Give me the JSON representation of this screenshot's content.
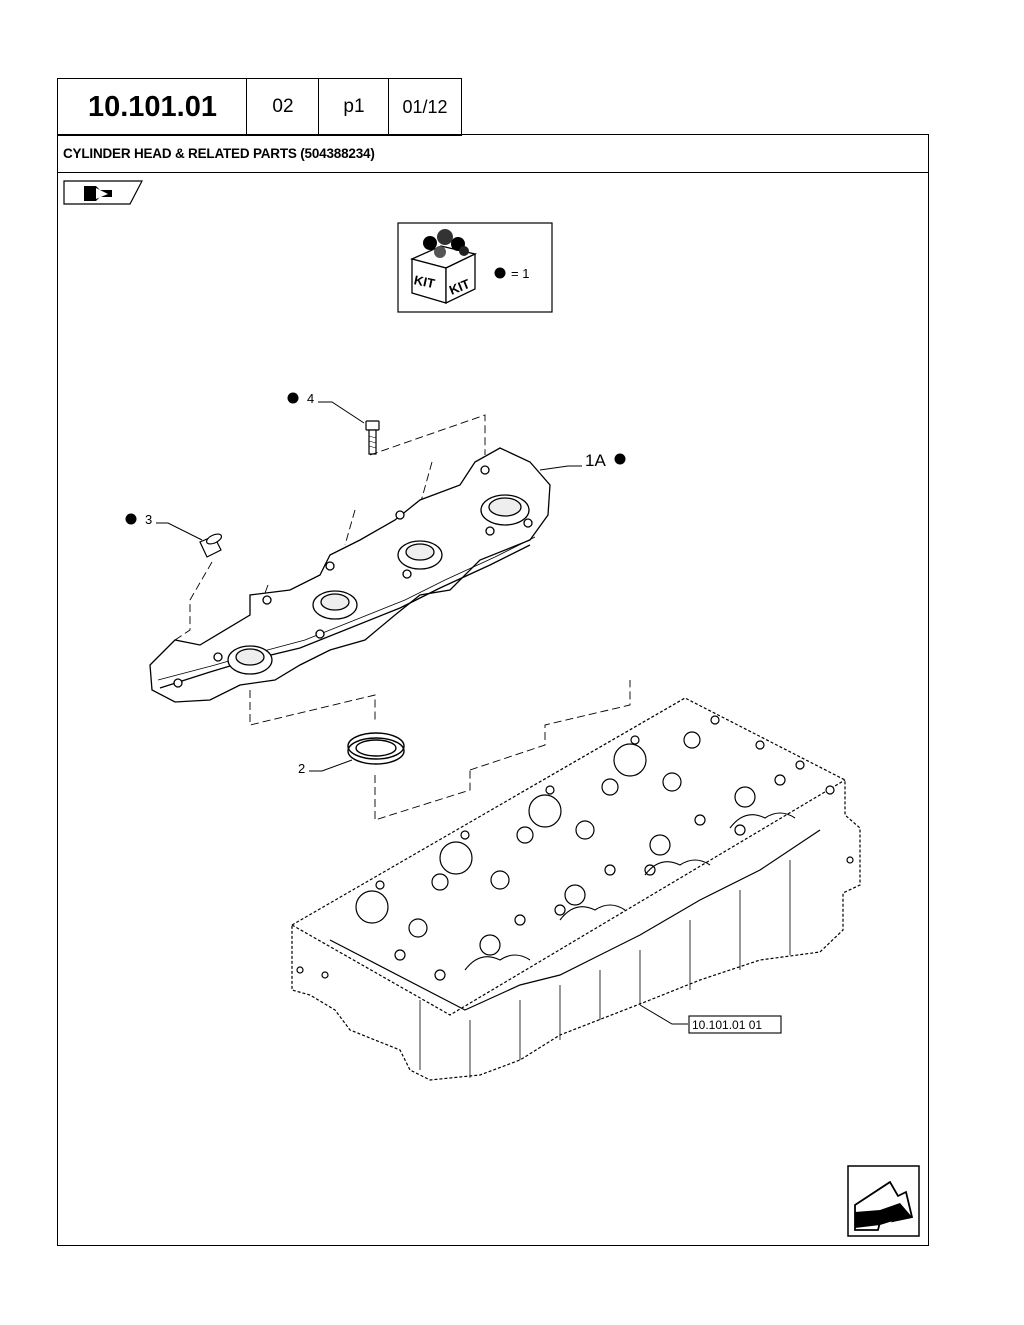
{
  "header": {
    "ref_number": "10.101.01",
    "revision": "02",
    "page": "p1",
    "sheet": "01/12"
  },
  "title": "CYLINDER HEAD & RELATED PARTS (504388234)",
  "kit_box": {
    "kit_label": "KIT",
    "legend": "= 1"
  },
  "callouts": {
    "c1a": "1A",
    "c2": "2",
    "c3": "3",
    "c4": "4",
    "ref_box": "10.101.01 01"
  },
  "icons": {
    "top_left": "document-reference-icon",
    "bottom_right": "next-page-arrow-icon"
  }
}
